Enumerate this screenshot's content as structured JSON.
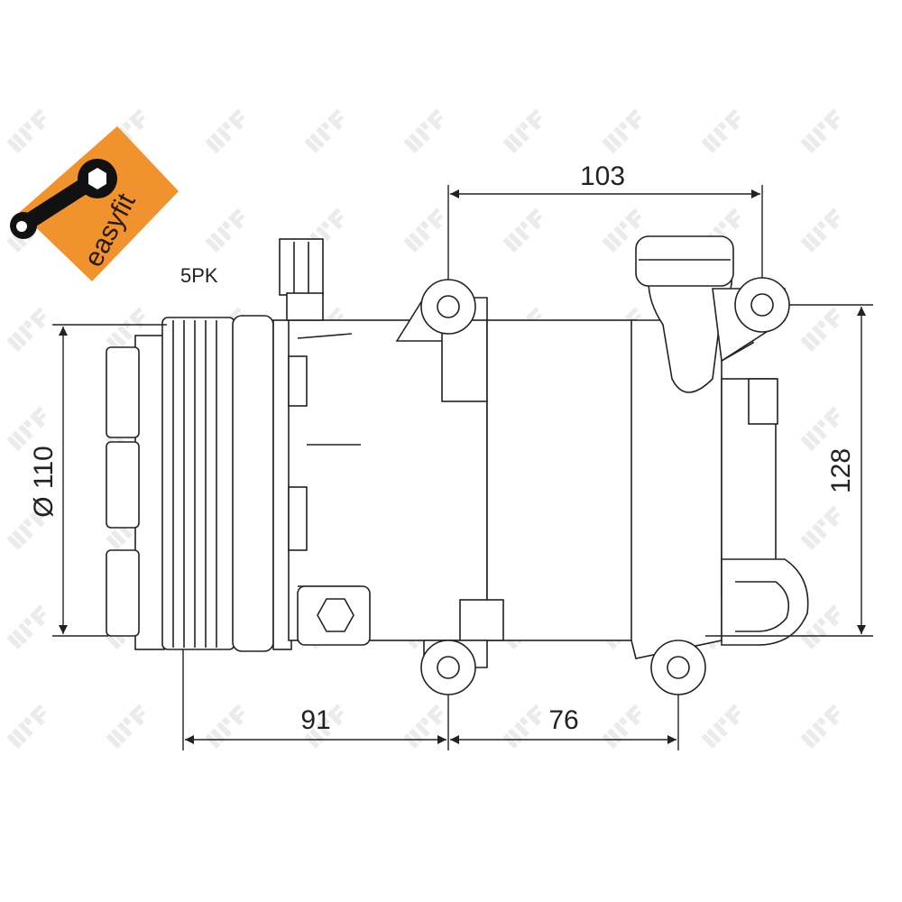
{
  "watermark": {
    "text": "NRF"
  },
  "logo": {
    "text": "easyfit",
    "color": "#f0922e"
  },
  "belt_label": "5PK",
  "dimensions": {
    "top_width": "103",
    "height": "128",
    "pulley_diameter": "Ø 110",
    "front_length": "91",
    "rear_length": "76"
  }
}
